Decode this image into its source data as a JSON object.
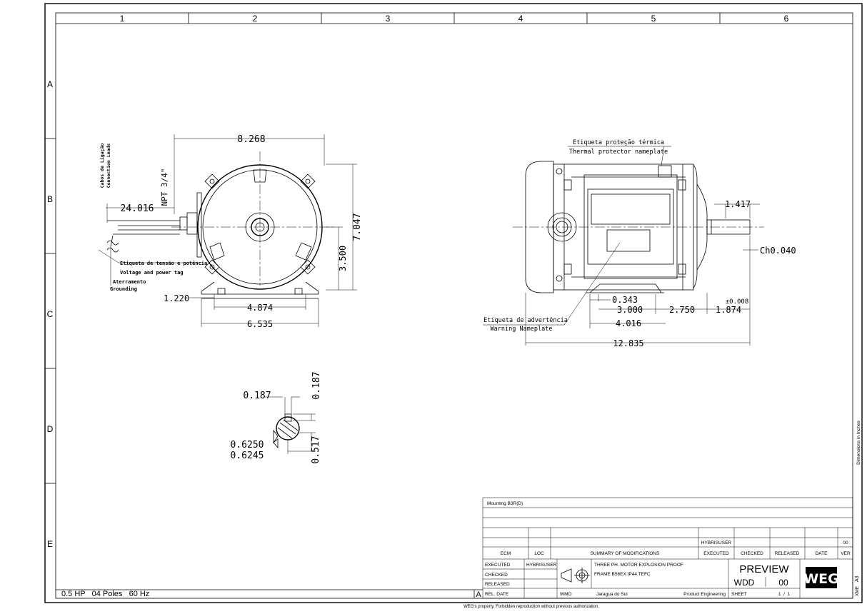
{
  "frame": {
    "columns": [
      "1",
      "2",
      "3",
      "4",
      "5",
      "6"
    ],
    "rows": [
      "A",
      "B",
      "C",
      "D",
      "E"
    ],
    "side_note": "Dimensions in Inches",
    "corner_code": "A3",
    "xme": "XME",
    "footer": "WEG's property. Forbidden reproduction without previous authorization.",
    "spec_line": "0.5 HP   04 Poles   60 Hz",
    "sheet_letter": "A"
  },
  "front_view": {
    "dim_width": "8.268",
    "dim_height": "7.047",
    "dim_shaft_height": "3.500",
    "dim_lead": "24.016",
    "dim_foot_offset": "1.220",
    "dim_foot_spacing": "4.874",
    "dim_base": "6.535",
    "npt": "NPT 3/4\"",
    "label_leads_pt": "Cabos de Ligação",
    "label_leads_en": "Connection Leads",
    "label_tag_pt": "Etiqueta de tensão e potência",
    "label_tag_en": "Voltage and power tag",
    "label_ground_pt": "Aterramento",
    "label_ground_en": "Grounding"
  },
  "side_view": {
    "label_thermal_pt": "Etiqueta proteção térmica",
    "label_thermal_en": "Thermal protector nameplate",
    "label_warning_pt": "Etiqueta de advertência",
    "label_warning_en": "Warning Nameplate",
    "dim_shaft_len": "1.417",
    "dim_chamfer": "Ch0.040",
    "dim_0343": "0.343",
    "dim_3000": "3.000",
    "dim_2750": "2.750",
    "dim_tol": "±0.008",
    "dim_1874": "1.874",
    "dim_4016": "4.016",
    "dim_total": "12.835"
  },
  "key_detail": {
    "dim_key_w": "0.187",
    "dim_key_h": "0.187",
    "dim_dia_max": "0.6250",
    "dim_dia_min": "0.6245",
    "dim_key_depth": "0.517"
  },
  "title_block": {
    "mounting": "Mounting B3R(D)",
    "user_top": "HYBRISUSER",
    "ver_top": "00",
    "headers": [
      "ECM",
      "LOC",
      "SUMMARY OF MODIFICATIONS",
      "EXECUTED",
      "CHECKED",
      "RELEASED",
      "DATE",
      "VER"
    ],
    "executed_lbl": "EXECUTED",
    "executed_by": "HYBRISUSER",
    "checked_lbl": "CHECKED",
    "released_lbl": "RELEASED",
    "reldate_lbl": "REL. DATE",
    "desc1": "THREE PH. MOTOR  EXPLOSION PROOF",
    "desc2": "FRAME B56EX IP44 TEFC",
    "preview": "PREVIEW",
    "doc_code": "WDD",
    "doc_ver": "00",
    "wmo": "WMO",
    "location": "Jaragua do Sul",
    "dept": "Product Engineering",
    "sheet_lbl": "SHEET",
    "sheet_val": "1  /  1",
    "logo": "WEG"
  }
}
